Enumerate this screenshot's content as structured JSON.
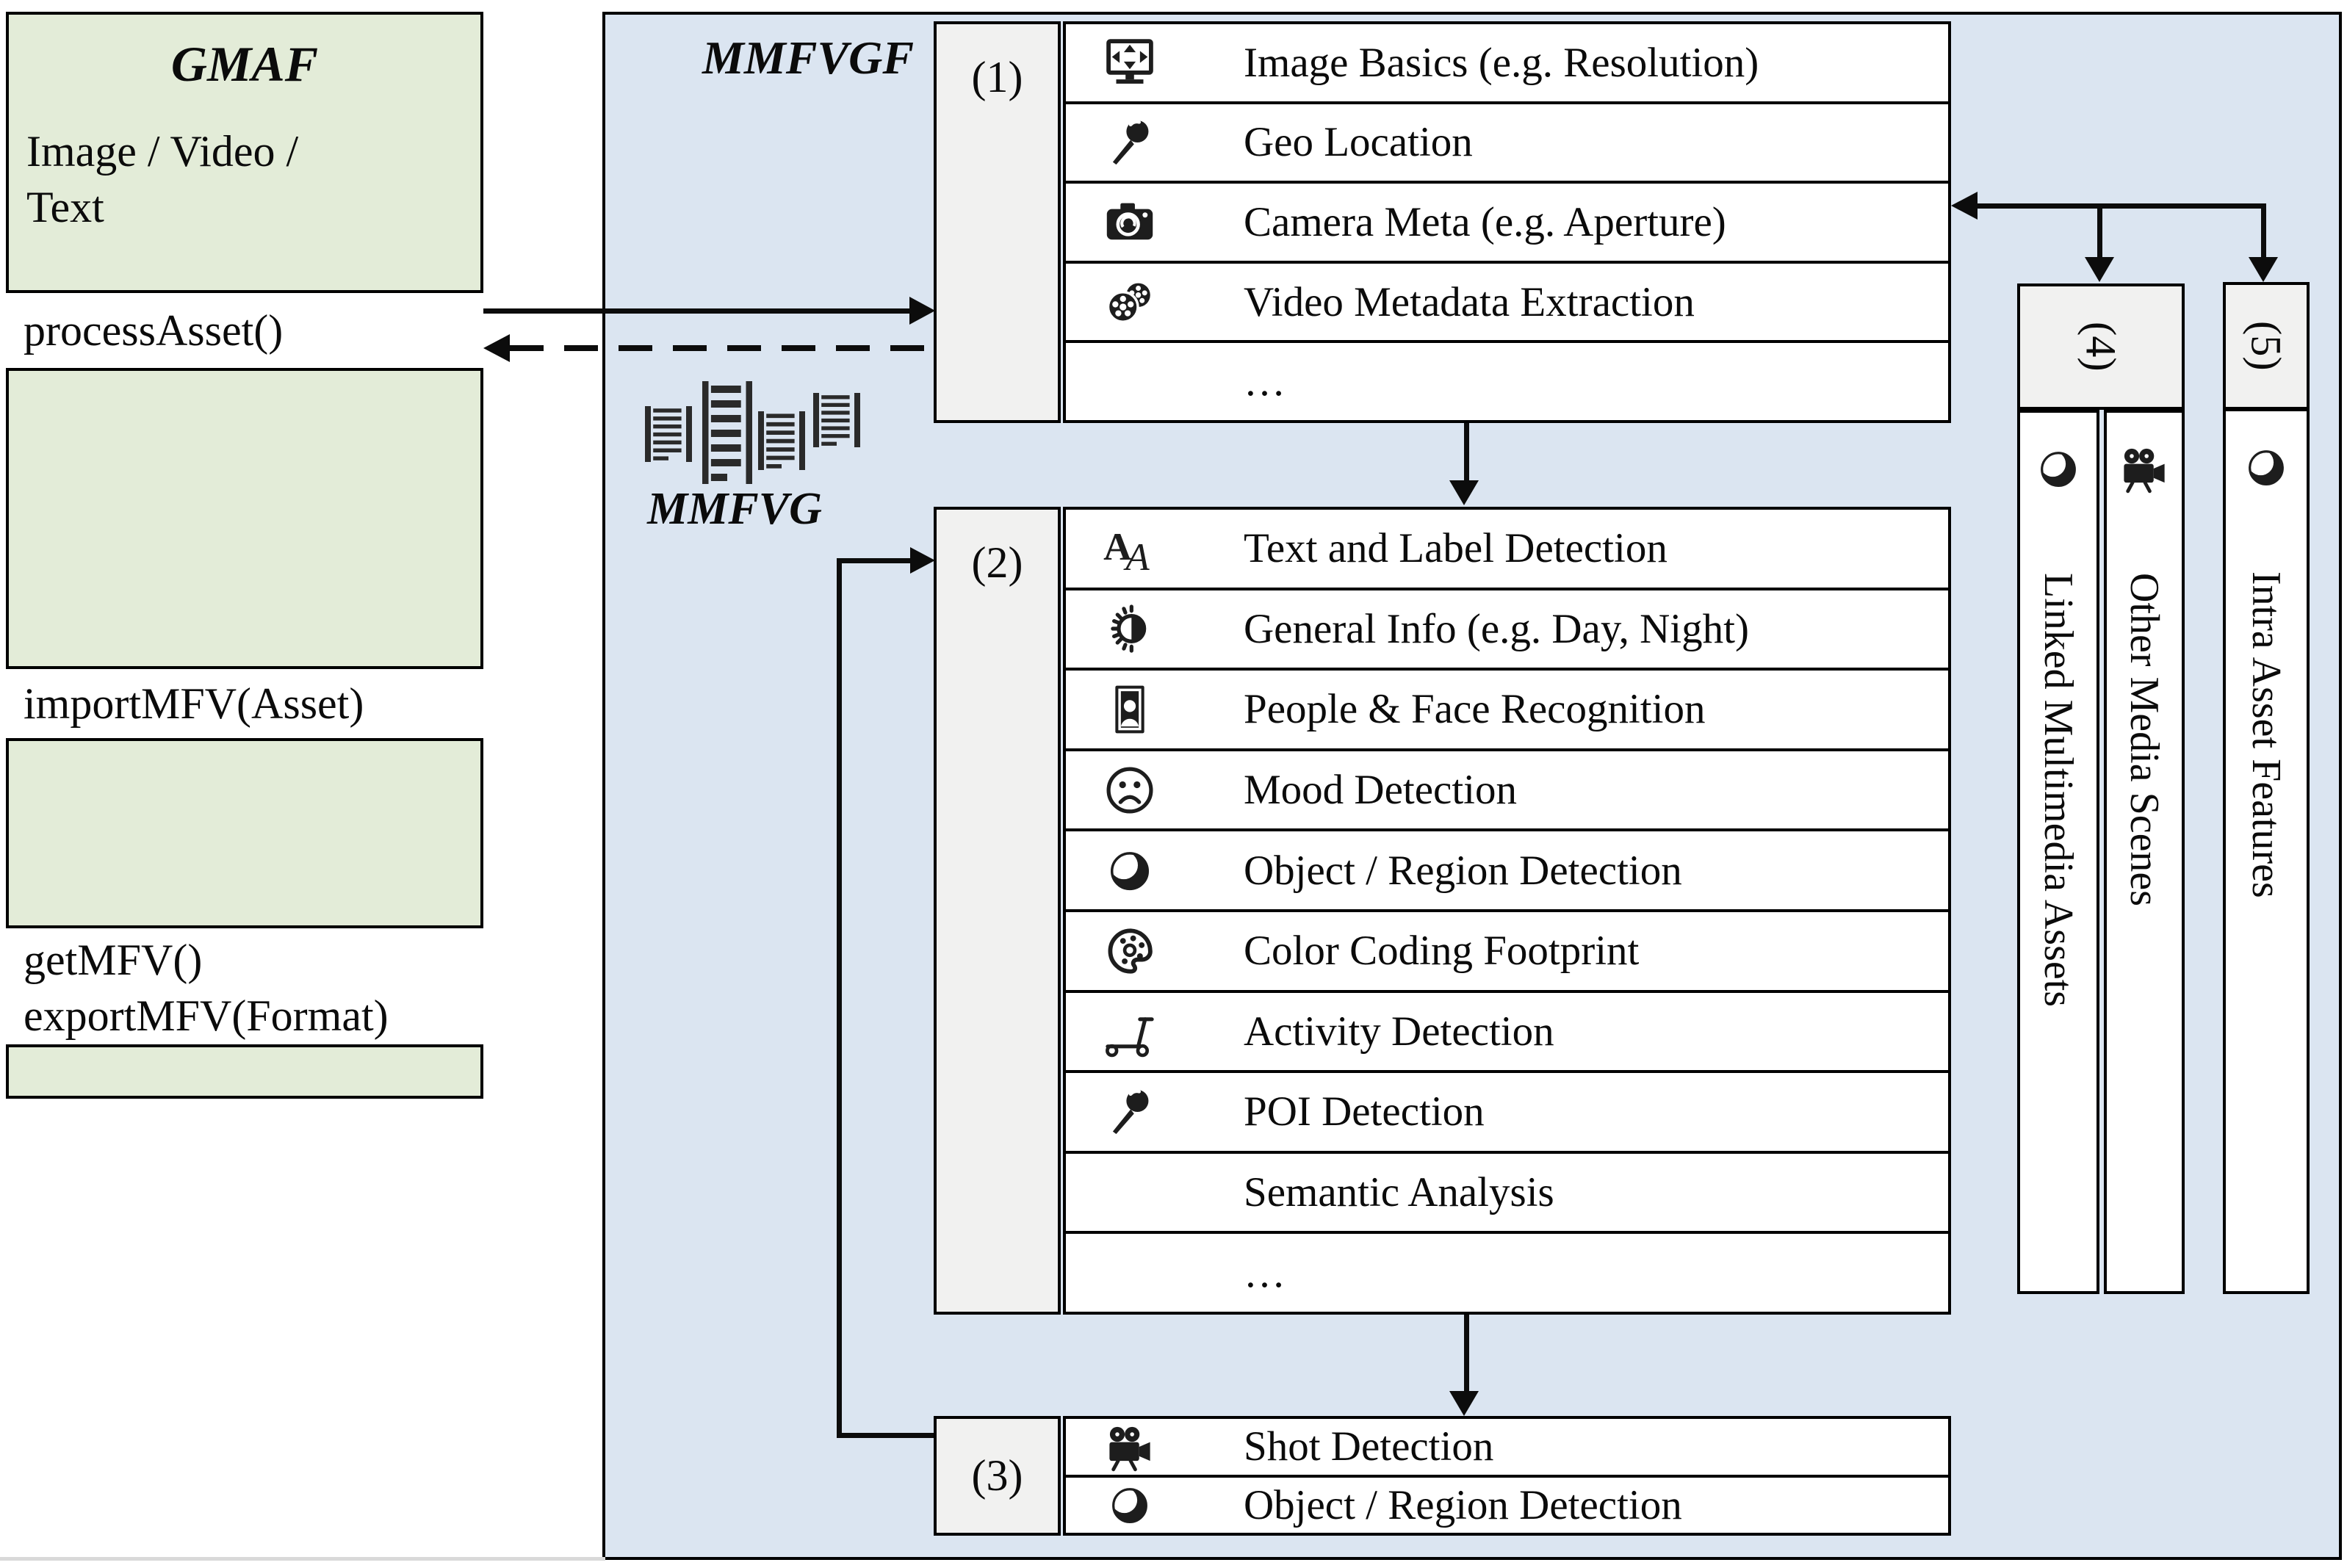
{
  "colors": {
    "gmaf_fill": "#e3ecd8",
    "mmfvgf_fill": "#dbe5f1",
    "group_label_fill": "#f1f1f0",
    "row_fill": "#ffffff",
    "border": "#000000"
  },
  "gmaf": {
    "title": "GMAF",
    "asset_line1": "Image / Video /",
    "asset_line2": "Text",
    "process_method": "processAsset()",
    "import_method": "importMFV(Asset)",
    "get_method": "getMFV()",
    "export_method": "exportMFV(Format)"
  },
  "mmfvgf": {
    "title": "MMFVGF",
    "generator_label": "MMFVG"
  },
  "group1": {
    "label": "(1)",
    "rows": [
      {
        "icon": "screen-resolution-icon",
        "label": "Image Basics (e.g. Resolution)"
      },
      {
        "icon": "geo-pin-icon",
        "label": "Geo Location"
      },
      {
        "icon": "camera-icon",
        "label": "Camera Meta (e.g. Aperture)"
      },
      {
        "icon": "film-reel-icon",
        "label": "Video Metadata Extraction"
      },
      {
        "icon": "",
        "label": "…"
      }
    ]
  },
  "group2": {
    "label": "(2)",
    "rows": [
      {
        "icon": "text-label-icon",
        "label": "Text and Label Detection"
      },
      {
        "icon": "brightness-icon",
        "label": "General Info (e.g. Day, Night)"
      },
      {
        "icon": "portrait-icon",
        "label": "People & Face Recognition"
      },
      {
        "icon": "sad-face-icon",
        "label": "Mood Detection"
      },
      {
        "icon": "moon-icon",
        "label": "Object / Region Detection"
      },
      {
        "icon": "palette-icon",
        "label": "Color Coding Footprint"
      },
      {
        "icon": "scooter-icon",
        "label": "Activity Detection"
      },
      {
        "icon": "poi-pin-icon",
        "label": "POI Detection"
      },
      {
        "icon": "",
        "label": "Semantic Analysis"
      },
      {
        "icon": "",
        "label": "…"
      }
    ]
  },
  "group3": {
    "label": "(3)",
    "rows": [
      {
        "icon": "movie-camera-icon",
        "label": "Shot Detection"
      },
      {
        "icon": "moon-icon",
        "label": "Object / Region Detection"
      }
    ]
  },
  "group4": {
    "label": "(4)",
    "columns": [
      {
        "icon": "moon-icon",
        "label": "Linked Multimedia Assets"
      },
      {
        "icon": "movie-camera-icon",
        "label": "Other Media Scenes"
      }
    ]
  },
  "group5": {
    "label": "(5)",
    "columns": [
      {
        "icon": "moon-icon",
        "label": "Intra Asset Features"
      }
    ]
  }
}
